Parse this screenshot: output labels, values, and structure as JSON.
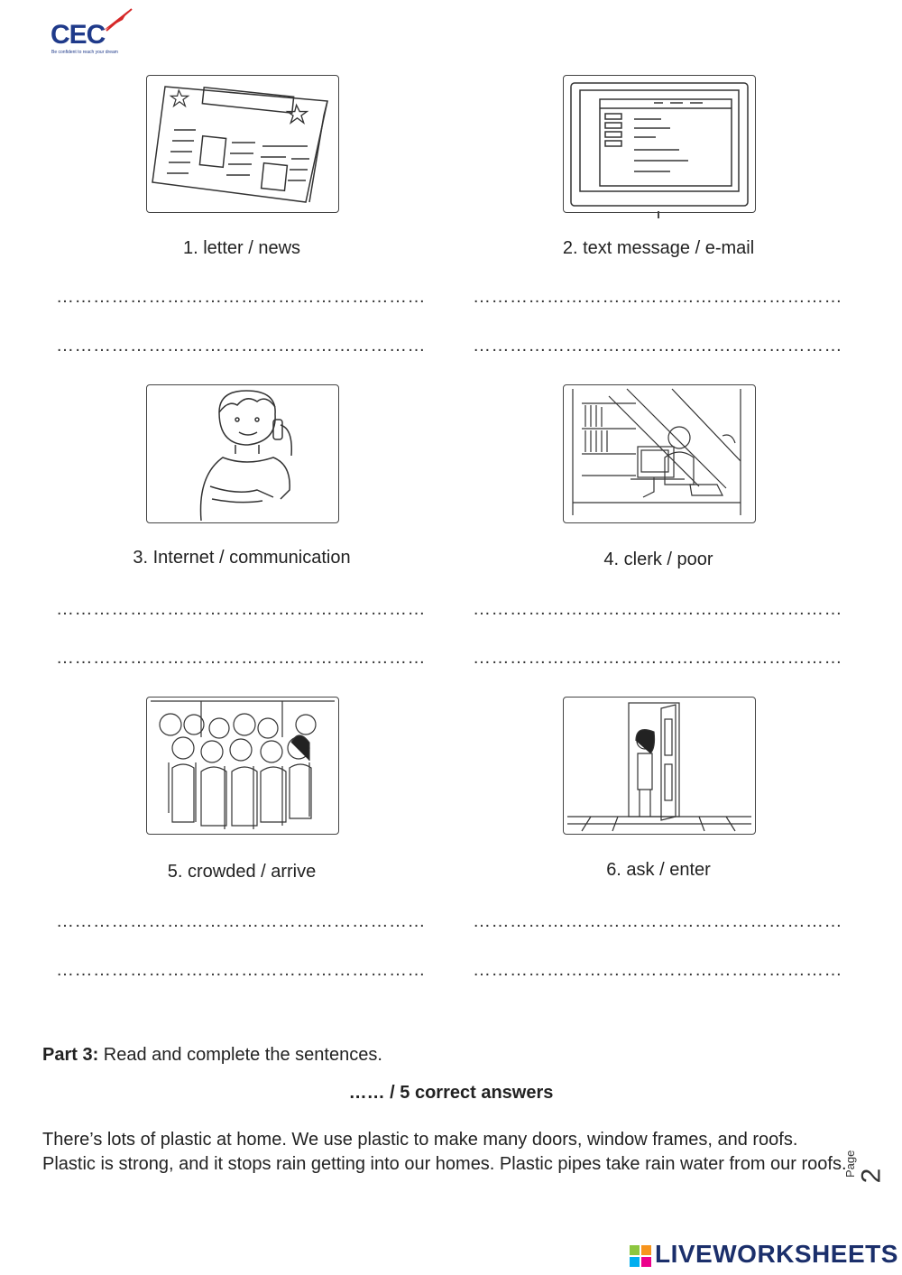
{
  "header": {
    "logo_text": "CEC",
    "logo_tagline": "Be confident to reach your dream"
  },
  "items": [
    {
      "caption": "1. letter / news",
      "icon": "newspaper-icon"
    },
    {
      "caption": "2. text message / e-mail",
      "icon": "computer-monitor-icon"
    },
    {
      "caption": "3. Internet / communication",
      "icon": "boy-on-phone-icon"
    },
    {
      "caption": "4. clerk / poor",
      "icon": "office-clerk-icon"
    },
    {
      "caption": "5. crowded / arrive",
      "icon": "crowd-icon"
    },
    {
      "caption": "6. ask / enter",
      "icon": "girl-at-door-icon"
    }
  ],
  "answer_line": "……………………………………………………",
  "part3": {
    "label": "Part 3:",
    "instruction": " Read and complete the sentences.",
    "score": "…… / 5 correct answers",
    "paragraph": "There’s lots of plastic at home. We use plastic to make many doors, window frames, and roofs. Plastic is strong, and it stops rain getting into our homes. Plastic pipes take rain water from our roofs."
  },
  "footer": {
    "page_label": "Page",
    "page_number": "2",
    "brand": "LIVEWORKSHEETS"
  }
}
